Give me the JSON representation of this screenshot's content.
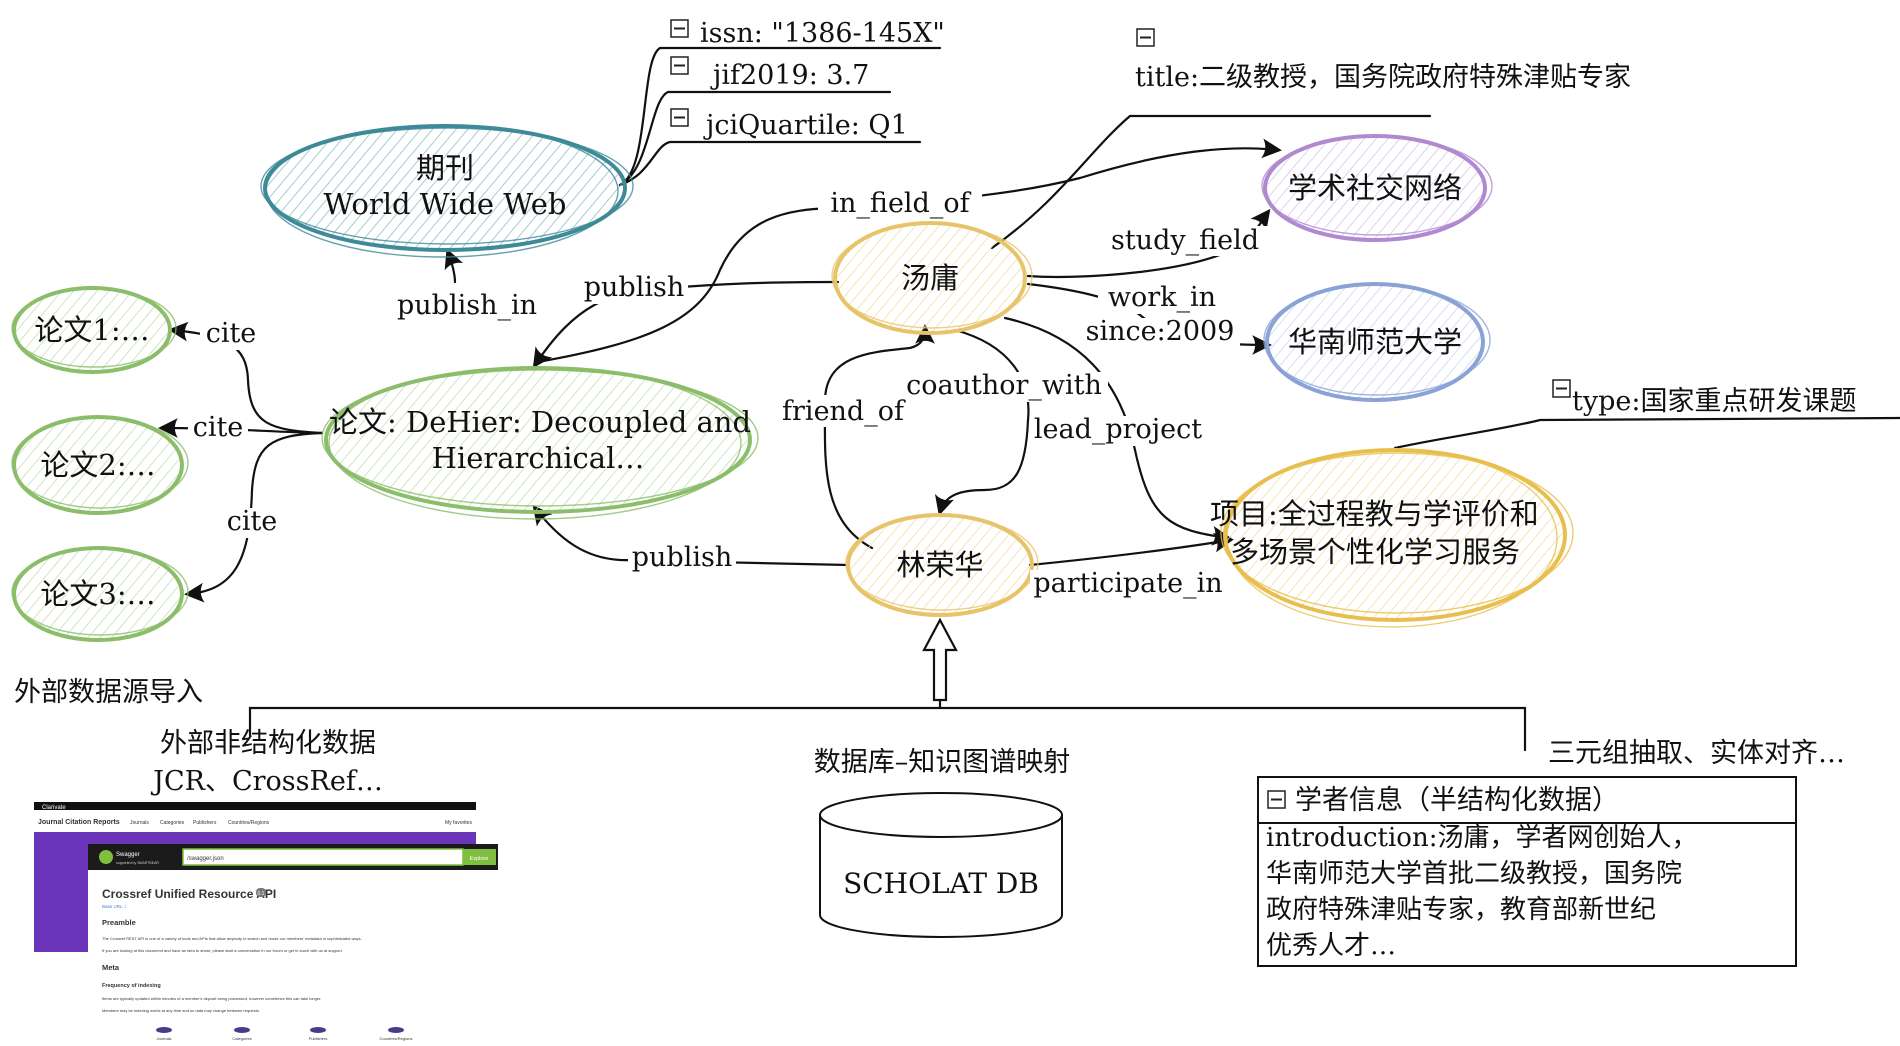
{
  "colors": {
    "journal": "#3e8a98",
    "paper": "#8bbd6a",
    "person": "#e7c46a",
    "field": "#b08ad0",
    "university": "#8aa2d6",
    "project": "#e8bf4e",
    "screenshot_purple": "#6a35b8",
    "screenshot_green": "#7fbf3f"
  },
  "nodes": {
    "journal": {
      "line1": "期刊",
      "line2": "World Wide Web"
    },
    "paper": {
      "line1": "论文: DeHier: Decoupled and",
      "line2": "Hierarchical…"
    },
    "cite1": "论文1:…",
    "cite2": "论文2:…",
    "cite3": "论文3:…",
    "tang": "汤庸",
    "lin": "林荣华",
    "field": "学术社交网络",
    "university": "华南师范大学",
    "project": {
      "line1": "项目:全过程教与学评价和",
      "line2": "多场景个性化学习服务"
    }
  },
  "props": {
    "issn": "issn: \"1386-145X\"",
    "jif": "jif2019: 3.7",
    "jci": "jciQuartile: Q1",
    "title": "title:二级教授，国务院政府特殊津贴专家",
    "type": "type:国家重点研发课题"
  },
  "edges": {
    "publish_in": "publish_in",
    "publish_top": "publish",
    "publish_bottom": "publish",
    "cite1": "cite",
    "cite2": "cite",
    "cite3": "cite",
    "in_field_of": "in_field_of",
    "study_field": "study_field",
    "work_in": "work_in",
    "since": "since:2009",
    "coauthor_with": "coauthor_with",
    "friend_of": "friend_of",
    "lead_project": "lead_project",
    "participate_in": "participate_in"
  },
  "sources": {
    "external_import": "外部数据源导入",
    "unstructured_title": "外部非结构化数据",
    "unstructured_sub": "JCR、CrossRef…",
    "db_mapping": "数据库–知识图谱映射",
    "db_name": "SCHOLAT DB",
    "triple_extraction": "三元组抽取、实体对齐…",
    "scholar_header": "学者信息（半结构化数据）",
    "scholar_lines": [
      "introduction:汤庸，学者网创始人，",
      "华南师范大学首批二级教授，国务院",
      "政府特殊津贴专家，教育部新世纪",
      "优秀人才…"
    ]
  },
  "screenshot": {
    "brand": "Clarivate",
    "product": "Journal Citation Reports",
    "nav": [
      "Journals",
      "Categories",
      "Publishers",
      "Countries/Regions"
    ],
    "favorites": "My favorites",
    "swagger": "Swagger",
    "swagger_sub": "supported by SMARTBEAR",
    "url": "/swagger.json",
    "explore": "Explore",
    "api_title": "Crossref Unified Resource API",
    "api_version": "0.1",
    "base_url": "Base URL: /",
    "preamble": "Preamble",
    "preamble_line1": "The Crossref REST API is one of a variety of tools and APIs that allow anybody to search and reuse our members' metadata in sophisticated ways.",
    "preamble_line2": "If you are looking at this document and have an idea to share, please start a conversation in our forum or get in touch with us at support.",
    "meta": "Meta",
    "freq": "Frequency of indexing",
    "freq_line1": "Items are typically updated within minutes of a member's deposit being processed, however sometimes this can take longer.",
    "freq_line2": "Members may be indexing works at any time and so data may change between requests.",
    "icons": [
      "Journals",
      "Categories",
      "Publishers",
      "Countries/Regions"
    ]
  }
}
